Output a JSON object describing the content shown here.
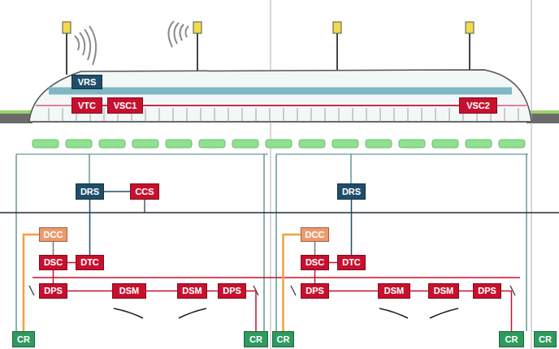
{
  "diagram": {
    "nodes": [
      {
        "text": [
          "VRS"
        ]
      },
      {
        "text": [
          "VTC"
        ]
      },
      {
        "text": [
          "VSC1"
        ]
      },
      {
        "text": [
          "VSC2"
        ]
      },
      {
        "text": [
          "DRS"
        ]
      },
      {
        "text": [
          "CCS"
        ]
      },
      {
        "text": [
          "DCC"
        ]
      },
      {
        "text": [
          "DSC"
        ]
      },
      {
        "text": [
          "DTC"
        ]
      },
      {
        "text": [
          "DPS"
        ]
      },
      {
        "text": [
          "DSM"
        ]
      },
      {
        "text": [
          "DSM"
        ]
      },
      {
        "text": [
          "DPS"
        ]
      },
      {
        "text": [
          "CR"
        ]
      },
      {
        "text": [
          "CR"
        ]
      },
      {
        "text": [
          "DRS"
        ]
      },
      {
        "text": [
          "DCC"
        ]
      },
      {
        "text": [
          "DSC"
        ]
      },
      {
        "text": [
          "DTC"
        ]
      },
      {
        "text": [
          "DPS"
        ]
      },
      {
        "text": [
          "DSM"
        ]
      },
      {
        "text": [
          "DSM"
        ]
      },
      {
        "text": [
          "DPS"
        ]
      },
      {
        "text": [
          "CR"
        ]
      },
      {
        "text": [
          "CR"
        ]
      },
      {
        "text": [
          "CR"
        ]
      }
    ],
    "edges": [
      {
        "from": 1,
        "to": 2,
        "arrow": "none"
      },
      {
        "from": 2,
        "to": 3,
        "arrow": "none"
      },
      {
        "from": 4,
        "to": 5,
        "arrow": "none"
      },
      {
        "from": 4,
        "to": 8,
        "arrow": "none"
      },
      {
        "from": 6,
        "to": 7,
        "arrow": "none"
      },
      {
        "from": 7,
        "to": 8,
        "arrow": "none"
      },
      {
        "from": 7,
        "to": 9,
        "arrow": "none"
      },
      {
        "from": 9,
        "to": 10,
        "arrow": "none"
      },
      {
        "from": 10,
        "to": 11,
        "arrow": "none"
      },
      {
        "from": 11,
        "to": 12,
        "arrow": "none"
      },
      {
        "from": 6,
        "to": 13,
        "arrow": "none"
      },
      {
        "from": 12,
        "to": 14,
        "arrow": "none"
      },
      {
        "from": 15,
        "to": 18,
        "arrow": "none"
      },
      {
        "from": 16,
        "to": 17,
        "arrow": "none"
      },
      {
        "from": 17,
        "to": 18,
        "arrow": "none"
      },
      {
        "from": 17,
        "to": 19,
        "arrow": "none"
      },
      {
        "from": 19,
        "to": 20,
        "arrow": "none"
      },
      {
        "from": 20,
        "to": 21,
        "arrow": "none"
      },
      {
        "from": 21,
        "to": 22,
        "arrow": "none"
      },
      {
        "from": 16,
        "to": 23,
        "arrow": "none"
      },
      {
        "from": 22,
        "to": 24,
        "arrow": "none"
      }
    ]
  }
}
